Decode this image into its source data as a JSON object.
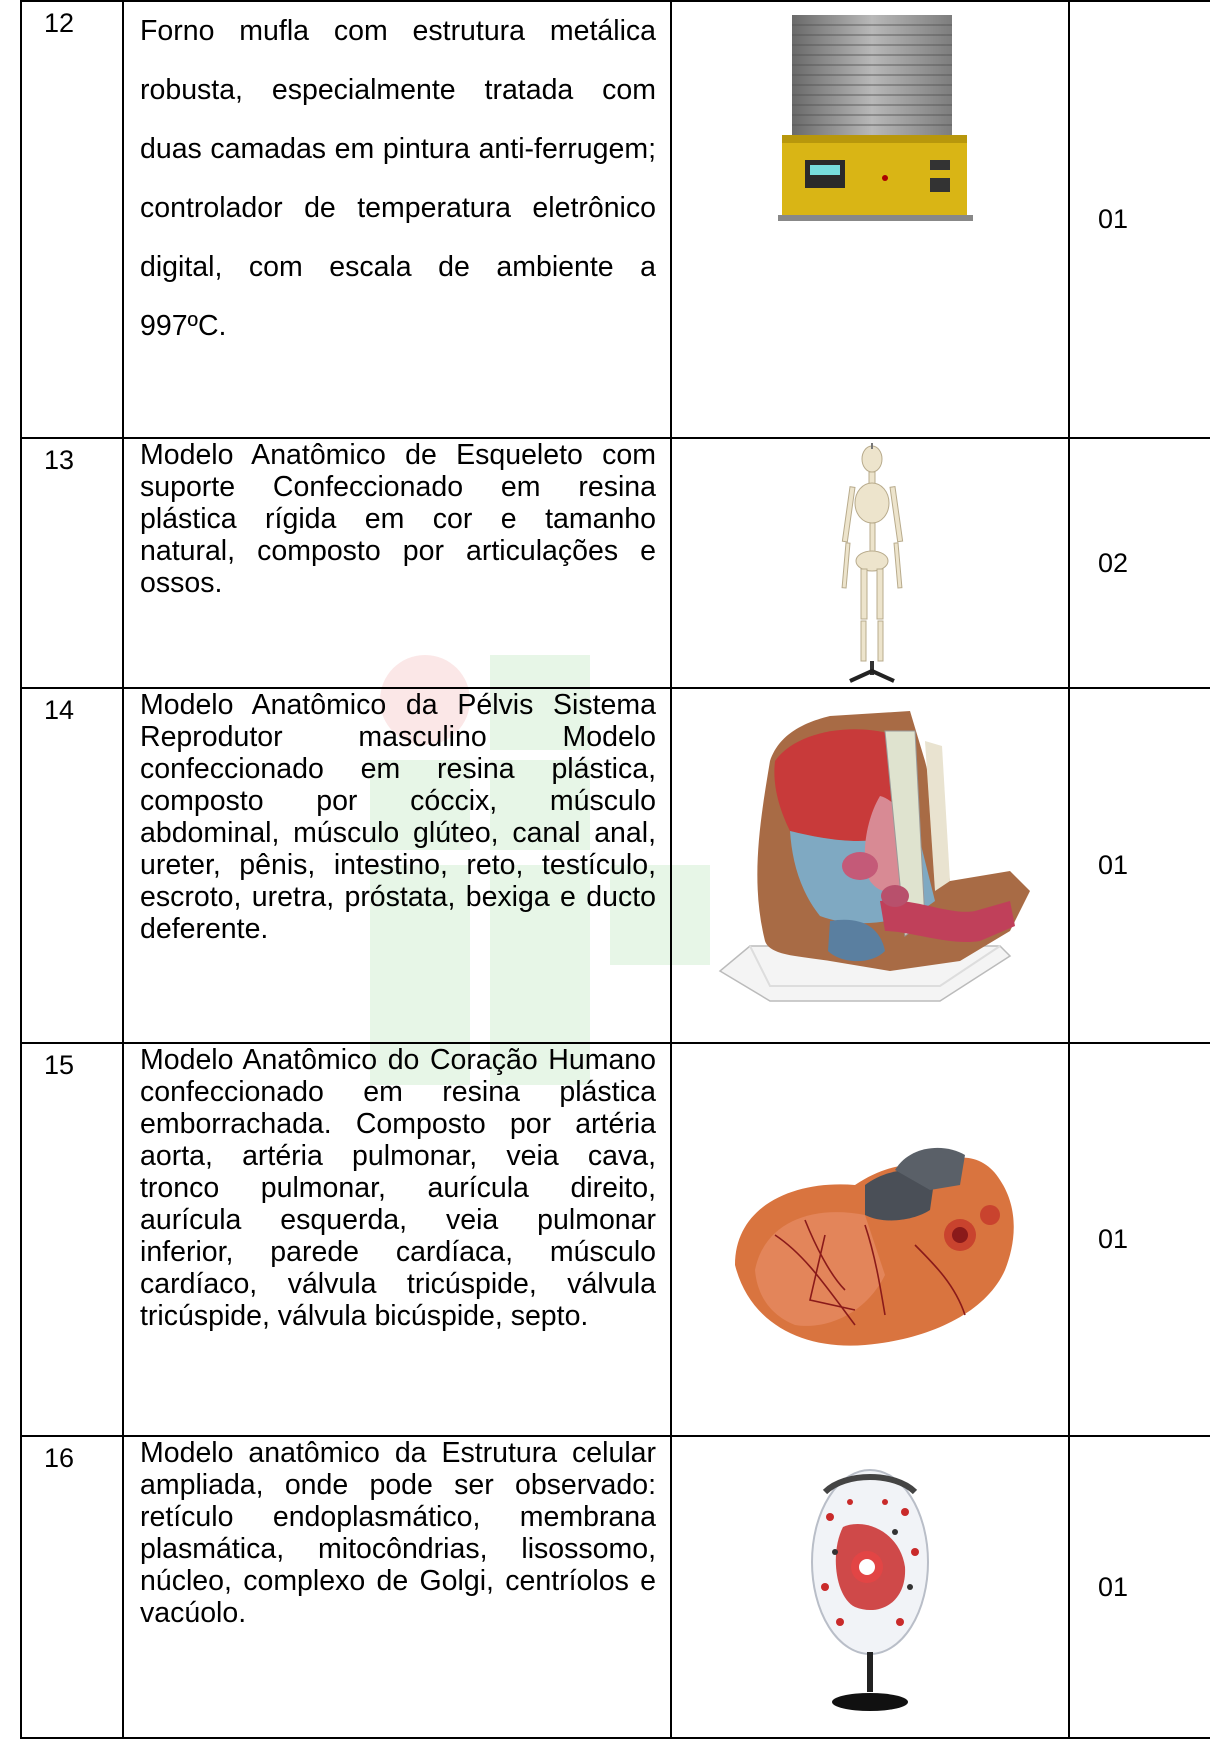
{
  "items": [
    {
      "number": "12",
      "description": "Forno mufla com estrutura metálica robusta, especialmente tratada com duas camadas em pintura anti-ferrugem; controlador de temperatura eletrônico digital, com escala de ambiente a 997ºC.",
      "quantity": "01",
      "image": "muffle-furnace-image"
    },
    {
      "number": "13",
      "description": "Modelo Anatômico de Esqueleto com suporte Confeccionado em resina plástica rígida em cor e tamanho natural, composto por articulações e ossos.",
      "quantity": "02",
      "image": "skeleton-model-image"
    },
    {
      "number": "14",
      "description": "Modelo Anatômico da Pélvis Sistema Reprodutor masculino Modelo confeccionado em resina plástica, composto por cóccix, músculo abdominal, músculo glúteo, canal anal, ureter, pênis, intestino, reto, testículo, escroto, uretra, próstata, bexiga e ducto deferente.",
      "quantity": "01",
      "image": "pelvis-model-image"
    },
    {
      "number": "15",
      "description": "Modelo Anatômico do Coração Humano confeccionado em resina plástica emborrachada. Composto por artéria aorta, artéria pulmonar, veia cava, tronco pulmonar, aurícula direito, aurícula esquerda, veia pulmonar inferior, parede cardíaca, músculo cardíaco, válvula tricúspide, válvula tricúspide, válvula bicúspide, septo.",
      "quantity": "01",
      "image": "heart-model-image"
    },
    {
      "number": "16",
      "description": "Modelo anatômico da Estrutura celular ampliada, onde pode ser observado: retículo endoplasmático, membrana plasmática, mitocôndrias, lisossomo, núcleo, complexo de Golgi, centríolos e vacúolo.",
      "quantity": "01",
      "image": "cell-model-image"
    }
  ]
}
